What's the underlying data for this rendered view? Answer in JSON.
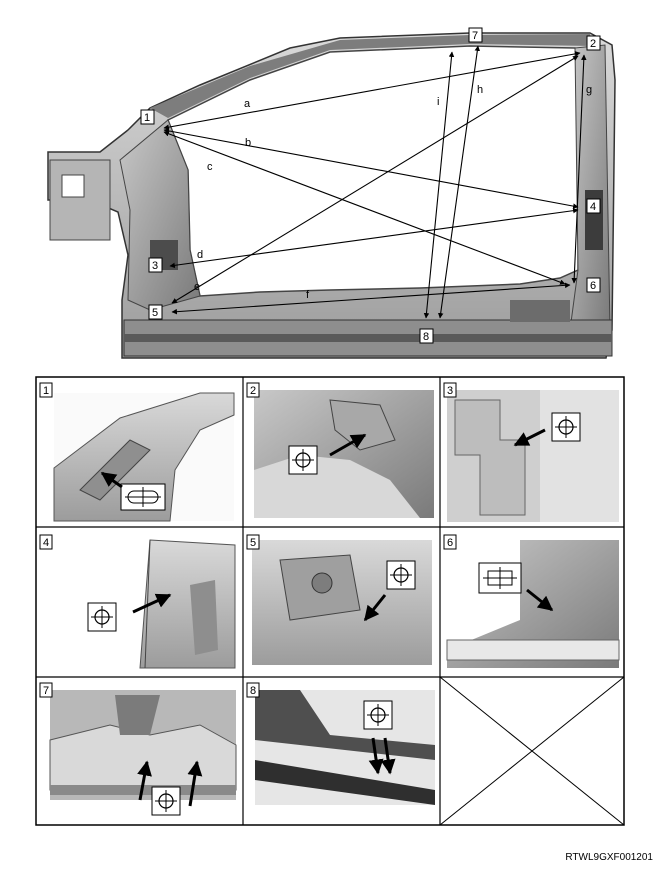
{
  "point_labels": [
    "1",
    "2",
    "3",
    "4",
    "5",
    "6",
    "7",
    "8"
  ],
  "line_labels": [
    "a",
    "b",
    "c",
    "d",
    "e",
    "f",
    "g",
    "h",
    "i"
  ],
  "panel_labels": [
    "1",
    "2",
    "3",
    "4",
    "5",
    "6",
    "7",
    "8"
  ],
  "figure_code": "RTWL9GXF001201",
  "colors": {
    "frame": "#000000",
    "body_light": "#bdbdbd",
    "body_mid": "#9a9a9a",
    "body_dark": "#4a4a4a"
  },
  "icons": [
    "crosshair-symbol-icon",
    "slot-hole-symbol-icon",
    "rect-hole-symbol-icon",
    "arrow-icon"
  ]
}
